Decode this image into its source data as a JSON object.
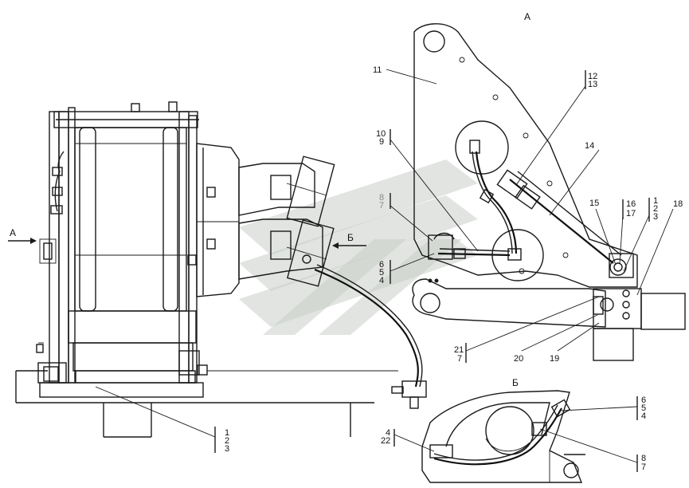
{
  "views": {
    "view_a": "А",
    "view_b": "Б",
    "arrow_a": "А",
    "arrow_b": "Б"
  },
  "labels": {
    "l_1_2_3_bottom": [
      "1",
      "2",
      "3"
    ],
    "l_11": "11",
    "l_12_13": [
      "12",
      "13"
    ],
    "l_10_9": [
      "10",
      "9"
    ],
    "l_8_7_grey": [
      "8",
      "7"
    ],
    "l_6_5_4": [
      "6",
      "5",
      "4"
    ],
    "l_14": "14",
    "l_15": "15",
    "l_16_17": [
      "16",
      "17"
    ],
    "l_1_2_3_right": [
      "1",
      "2",
      "3"
    ],
    "l_18": "18",
    "l_21_7": [
      "21",
      "7"
    ],
    "l_20": "20",
    "l_19": "19",
    "l_6_5_4_b": [
      "6",
      "5",
      "4"
    ],
    "l_4_22": [
      "4",
      "22"
    ],
    "l_8_7_b": [
      "8",
      "7"
    ]
  }
}
